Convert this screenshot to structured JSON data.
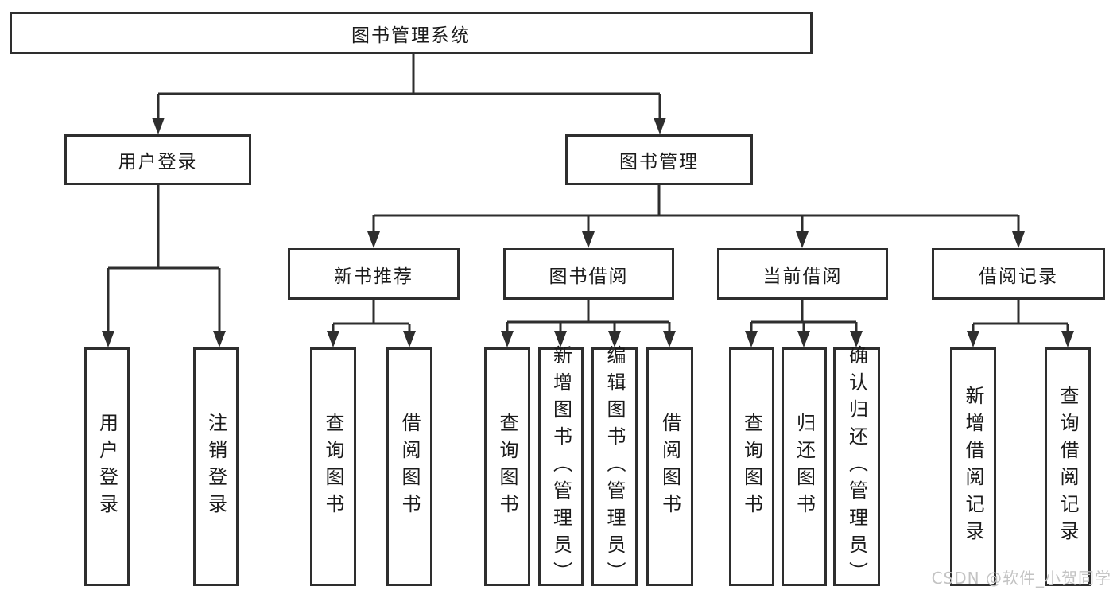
{
  "diagram": {
    "root": "图书管理系统",
    "level2": [
      "用户登录",
      "图书管理"
    ],
    "level3": [
      "新书推荐",
      "图书借阅",
      "当前借阅",
      "借阅记录"
    ],
    "leaves": {
      "user": [
        "用户登录",
        "注销登录"
      ],
      "newbook": [
        "查询图书",
        "借阅图书"
      ],
      "borrow": [
        "查询图书",
        "新增图书（管理员）",
        "编辑图书（管理员）",
        "借阅图书"
      ],
      "current": [
        "查询图书",
        "归还图书",
        "确认归还（管理员）"
      ],
      "records": [
        "新增借阅记录",
        "查询借阅记录"
      ]
    },
    "watermark": "CSDN @软件_小贺同学",
    "colors": {
      "line": "#2e2e2e",
      "box_border": "#2e2e2e",
      "text": "#1b1b1b",
      "watermark": "#c3c3c3",
      "background": "#ffffff"
    }
  }
}
